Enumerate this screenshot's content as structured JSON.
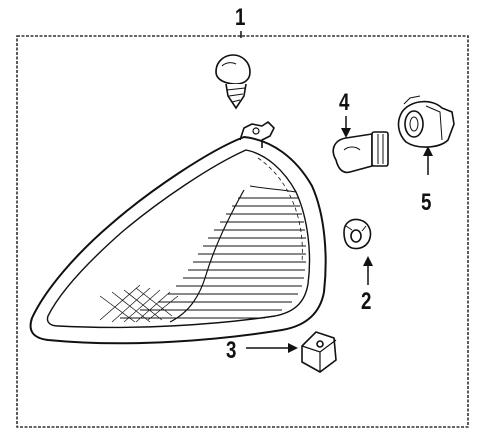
{
  "diagram": {
    "callouts": [
      {
        "id": "1",
        "label": "1"
      },
      {
        "id": "2",
        "label": "2"
      },
      {
        "id": "3",
        "label": "3"
      },
      {
        "id": "4",
        "label": "4"
      },
      {
        "id": "5",
        "label": "5"
      }
    ],
    "colors": {
      "line": "#111111",
      "frame": "#333333",
      "background": "#ffffff"
    }
  }
}
